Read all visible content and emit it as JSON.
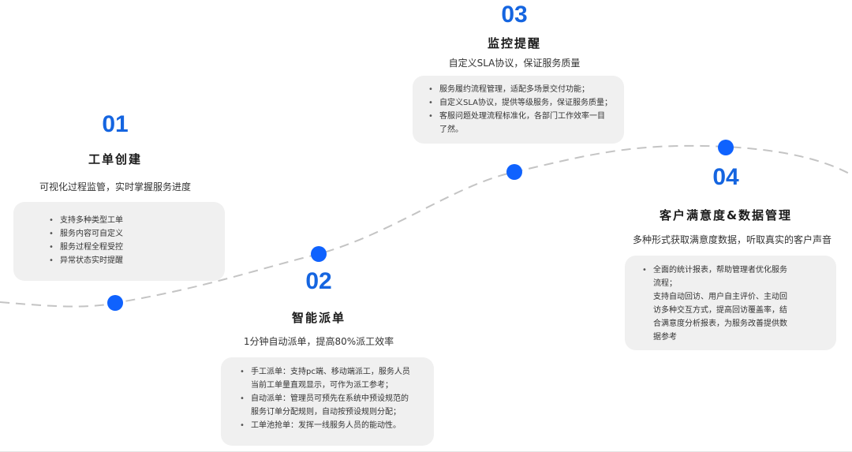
{
  "steps": [
    {
      "num": "01",
      "title": "工单创建",
      "subtitle": "可视化过程监管，实时掌握服务进度",
      "items": [
        "支持多种类型工单",
        "服务内容可自定义",
        "服务过程全程受控",
        "异常状态实时提醒"
      ]
    },
    {
      "num": "02",
      "title": "智能派单",
      "subtitle": "1分钟自动派单，提高80%派工效率",
      "items": [
        [
          "手工派单：支持pc端、移动端派工，服务人员",
          "当前工单量直观显示，可作为派工参考；"
        ],
        [
          "自动派单：管理员可预先在系统中预设规范的",
          "服务订单分配规则，自动按预设规则分配；"
        ],
        [
          "工单池抢单：发挥一线服务人员的能动性。"
        ]
      ]
    },
    {
      "num": "03",
      "title": "监控提醒",
      "subtitle": "自定义SLA协议，保证服务质量",
      "items": [
        [
          "服务履约流程管理，适配多场景交付功能；"
        ],
        [
          "自定义SLA协议，提供等级服务，保证服务质量；"
        ],
        [
          "客服问题处理流程标准化，各部门工作效率一目",
          "了然。"
        ]
      ]
    },
    {
      "num": "04",
      "title": "客户满意度&数据管理",
      "subtitle": "多种形式获取满意度数据，听取真实的客户声音",
      "items": [
        [
          "全面的统计报表，帮助管理者优化服务",
          "流程；"
        ],
        [
          "支持自动回访、用户自主评价、主动回",
          "访多种交互方式，提高回访覆盖率，结",
          "合满意度分析报表，为服务改善提供数",
          "据参考"
        ]
      ]
    }
  ],
  "colors": {
    "accent": "#1565e0",
    "dot": "#0f62fe",
    "curve": "#c4c4c4",
    "card": "#f0f0f0"
  }
}
